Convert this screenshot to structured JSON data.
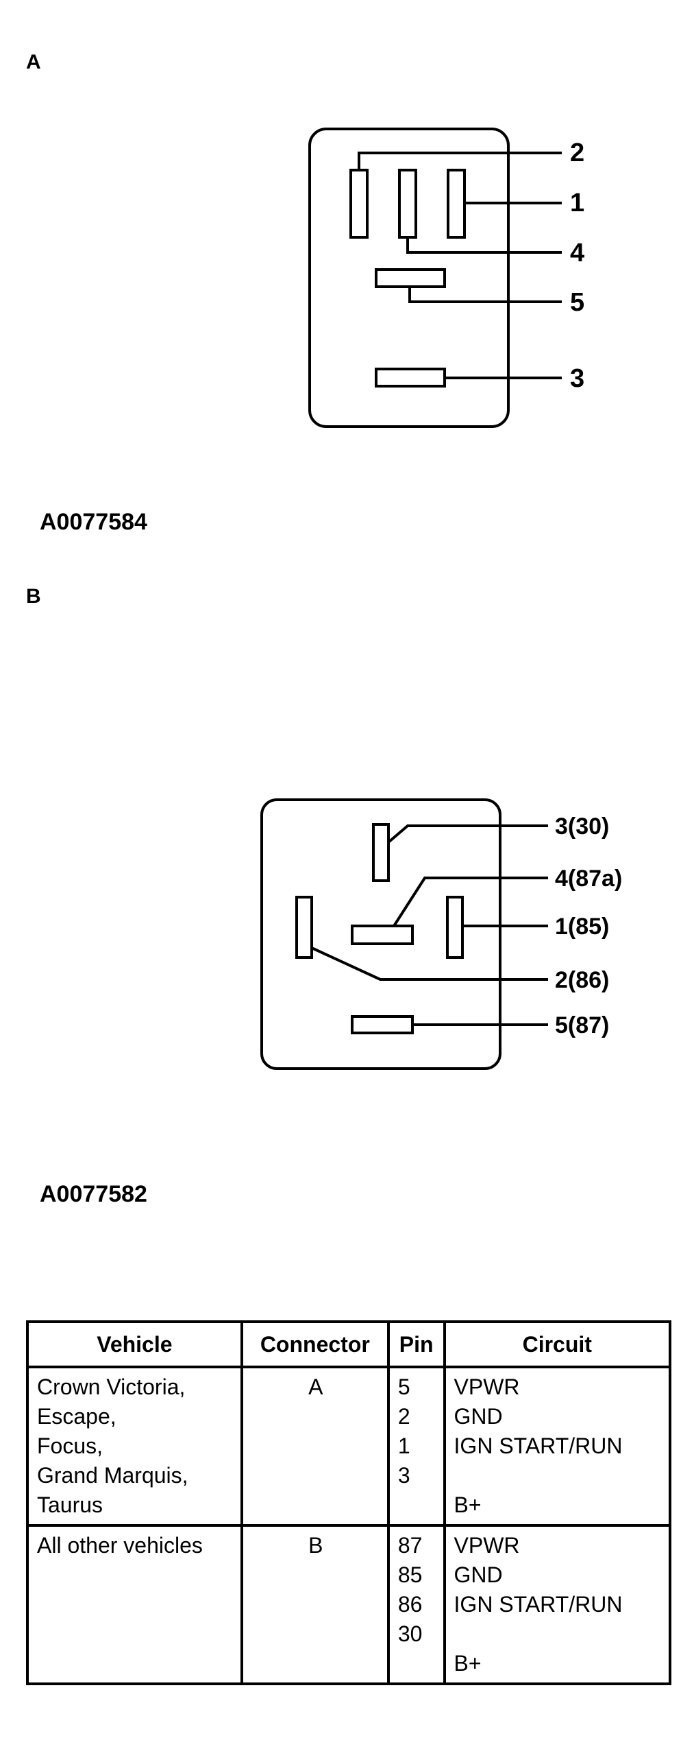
{
  "section_a": {
    "label": "A",
    "figure_id": "A0077584",
    "pin_labels": [
      "2",
      "1",
      "4",
      "5",
      "3"
    ]
  },
  "section_b": {
    "label": "B",
    "figure_id": "A0077582",
    "pin_labels": [
      "3(30)",
      "4(87a)",
      "1(85)",
      "2(86)",
      "5(87)"
    ]
  },
  "table": {
    "headers": [
      "Vehicle",
      "Connector",
      "Pin",
      "Circuit"
    ],
    "rows": [
      {
        "vehicle": [
          "Crown Victoria,",
          "Escape,",
          "Focus,",
          "Grand Marquis,",
          "Taurus"
        ],
        "connector": "A",
        "pins": [
          "5",
          "2",
          "1",
          "3",
          ""
        ],
        "circuits": [
          "VPWR",
          "GND",
          "IGN START/RUN",
          "",
          "B+"
        ]
      },
      {
        "vehicle": [
          "All other vehicles"
        ],
        "connector": "B",
        "pins": [
          "87",
          "85",
          "86",
          "30",
          ""
        ],
        "circuits": [
          "VPWR",
          "GND",
          "IGN START/RUN",
          "",
          "B+"
        ]
      }
    ]
  }
}
